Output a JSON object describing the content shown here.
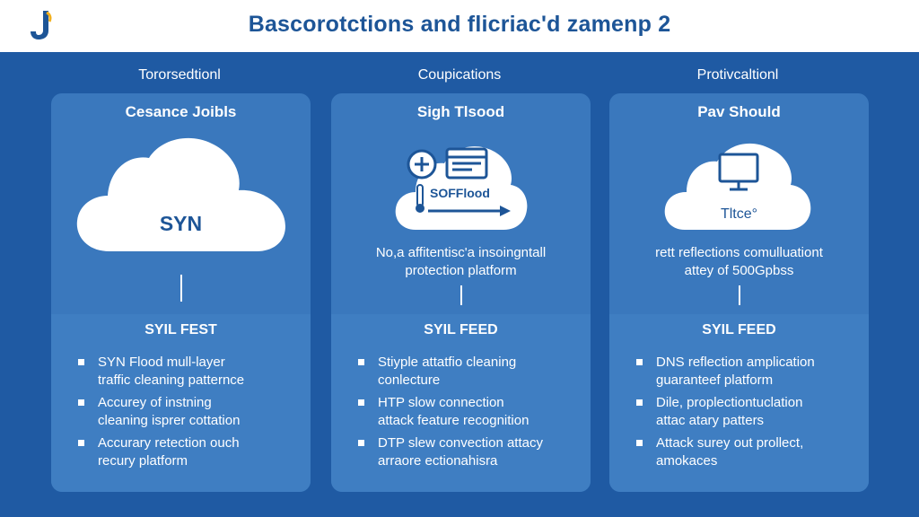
{
  "header": {
    "title": "Bascorotctions and flicriac'd zamenp 2"
  },
  "colors": {
    "background": "#1f5aa3",
    "card": "#3a78bd",
    "accent": "#1d5597",
    "text": "#ffffff"
  },
  "columns": [
    {
      "heading": "Tororsedtionl",
      "card_title": "Cesance Joibls",
      "cloud_label": "SYN",
      "description_lines": [],
      "sub_title": "SYIL FEST",
      "features": [
        {
          "line1": "SYN Flood mull-layer",
          "line2": "traffic cleaning patternce"
        },
        {
          "line1": "Accurey of instning",
          "line2": "cleaning isprer cottation"
        },
        {
          "line1": "Accurary retection ouch",
          "line2": "recury platform"
        }
      ]
    },
    {
      "heading": "Coupications",
      "card_title": "Sigh Tlsood",
      "cloud_label": "SOFFlood",
      "icons": [
        "plus-icon",
        "window-icon",
        "thermometer-icon",
        "arrow-right-icon"
      ],
      "description_lines": [
        "No,a affitentisc'a insoingntall",
        "protection platform"
      ],
      "sub_title": "SYIL FEED",
      "features": [
        {
          "line1": "Stiyple attatfio cleaning",
          "line2": "conlecture"
        },
        {
          "line1": "HTP slow connection",
          "line2": "attack feature recognition"
        },
        {
          "line1": "DTP slew convection attacy",
          "line2": "arraore ectionahisra"
        }
      ]
    },
    {
      "heading": "Protivcaltionl",
      "card_title": "Pav Should",
      "cloud_label": "Tltce°",
      "icons": [
        "monitor-icon"
      ],
      "description_lines": [
        "rett reflections comulluationt",
        "attey of 500Gpbss"
      ],
      "sub_title": "SYIL FEED",
      "features": [
        {
          "line1": "DNS reflection amplication",
          "line2": "guaranteef platform"
        },
        {
          "line1": "Dile, proplectiontuclation",
          "line2": "attac atary patters"
        },
        {
          "line1": "Attack surey out prollect,",
          "line2": "amokaces"
        }
      ]
    }
  ]
}
